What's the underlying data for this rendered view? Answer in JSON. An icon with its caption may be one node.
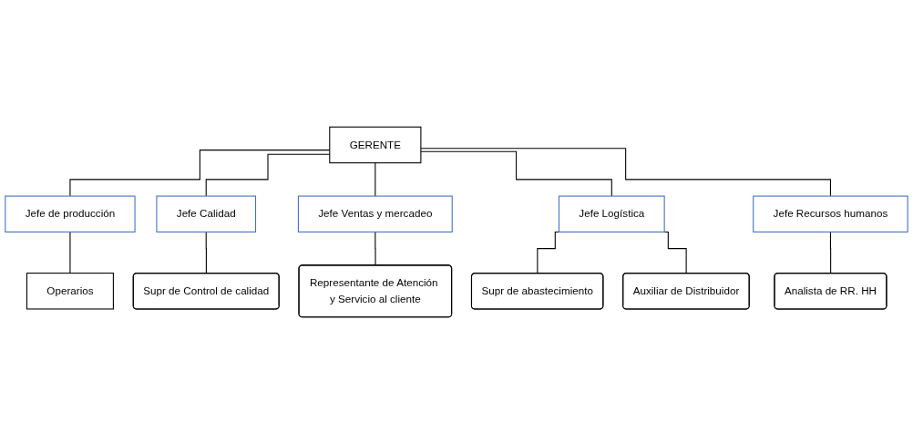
{
  "diagram": {
    "nodes": [
      {
        "text": [
          "GERENTE"
        ]
      },
      {
        "text": [
          "Jefe de producción"
        ]
      },
      {
        "text": [
          "Jefe Calidad"
        ]
      },
      {
        "text": [
          "Jefe Ventas y mercadeo"
        ]
      },
      {
        "text": [
          "Jefe Logística"
        ]
      },
      {
        "text": [
          "Jefe Recursos humanos"
        ]
      },
      {
        "text": [
          "Operarios"
        ]
      },
      {
        "text": [
          "Supr de Control de calidad"
        ]
      },
      {
        "text": [
          "Representante de Atención y Servicio al cliente"
        ]
      },
      {
        "text": [
          "Supr de abastecimiento"
        ]
      },
      {
        "text": [
          "Auxiliar de Distribuidor"
        ]
      },
      {
        "text": [
          "Analista de RR. HH"
        ]
      }
    ],
    "edges": [
      {
        "from": 0,
        "to": 1,
        "arrow": "none"
      },
      {
        "from": 0,
        "to": 2,
        "arrow": "none"
      },
      {
        "from": 0,
        "to": 3,
        "arrow": "none"
      },
      {
        "from": 0,
        "to": 4,
        "arrow": "none"
      },
      {
        "from": 0,
        "to": 5,
        "arrow": "none"
      },
      {
        "from": 1,
        "to": 6,
        "arrow": "none"
      },
      {
        "from": 2,
        "to": 7,
        "arrow": "none"
      },
      {
        "from": 3,
        "to": 8,
        "arrow": "none"
      },
      {
        "from": 4,
        "to": 9,
        "arrow": "none"
      },
      {
        "from": 4,
        "to": 10,
        "arrow": "none"
      },
      {
        "from": 5,
        "to": 11,
        "arrow": "none"
      }
    ]
  }
}
